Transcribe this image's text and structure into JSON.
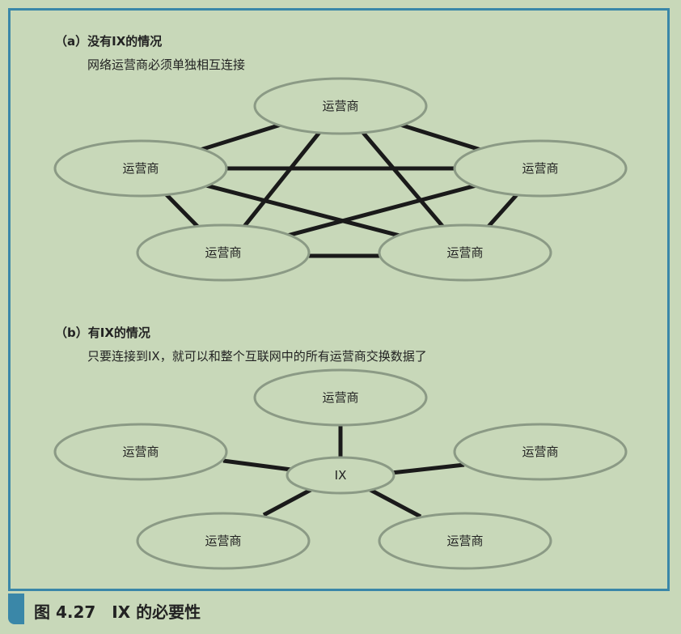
{
  "section_a": {
    "heading": "（a）没有IX的情况",
    "subtext": "网络运营商必须单独相互连接",
    "node_label": "运营商"
  },
  "section_b": {
    "heading": "（b）有IX的情况",
    "subtext": "只要连接到IX，就可以和整个互联网中的所有运营商交换数据了",
    "node_label": "运营商",
    "hub_label": "IX"
  },
  "caption": "图 4.27　IX 的必要性",
  "colors": {
    "background": "#c8d8b9",
    "frame": "#3a87a8",
    "node_fill": "#c8d8b9",
    "node_stroke": "#8b9a85",
    "link": "#1a1a1a"
  }
}
